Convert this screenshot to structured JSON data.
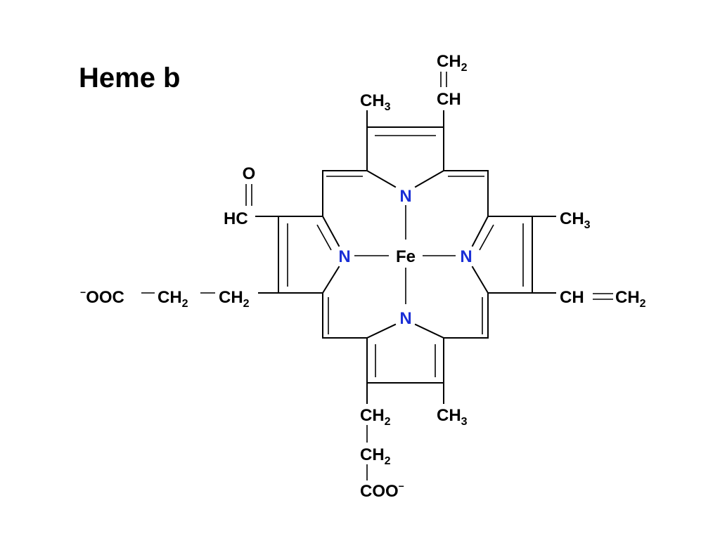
{
  "title": "Heme b",
  "colors": {
    "nitrogen": "#1a2fd6",
    "text": "#000000",
    "background": "#ffffff"
  },
  "atoms": {
    "metal": "Fe",
    "nitrogen": "N"
  },
  "groups": {
    "top_ch3": {
      "main": "CH",
      "sub": "3"
    },
    "top_vinyl_ch2": {
      "main": "CH",
      "sub": "2"
    },
    "top_vinyl_ch": {
      "main": "CH"
    },
    "aldehyde_o": {
      "main": "O"
    },
    "aldehyde_hc": {
      "main": "HC"
    },
    "right_ch3": {
      "main": "CH",
      "sub": "3"
    },
    "right_vinyl_ch": {
      "main": "CH"
    },
    "right_vinyl_ch2": {
      "main": "CH",
      "sub": "2"
    },
    "left_carboxylate": {
      "sup": "−",
      "main": "OOC"
    },
    "left_ch2_a": {
      "main": "CH",
      "sub": "2"
    },
    "left_ch2_b": {
      "main": "CH",
      "sub": "2"
    },
    "bottom_ch2_a": {
      "main": "CH",
      "sub": "2"
    },
    "bottom_ch2_b": {
      "main": "CH",
      "sub": "2"
    },
    "bottom_carboxylate": {
      "main": "COO",
      "sup": "−"
    },
    "bottom_ch3": {
      "main": "CH",
      "sub": "3"
    }
  }
}
